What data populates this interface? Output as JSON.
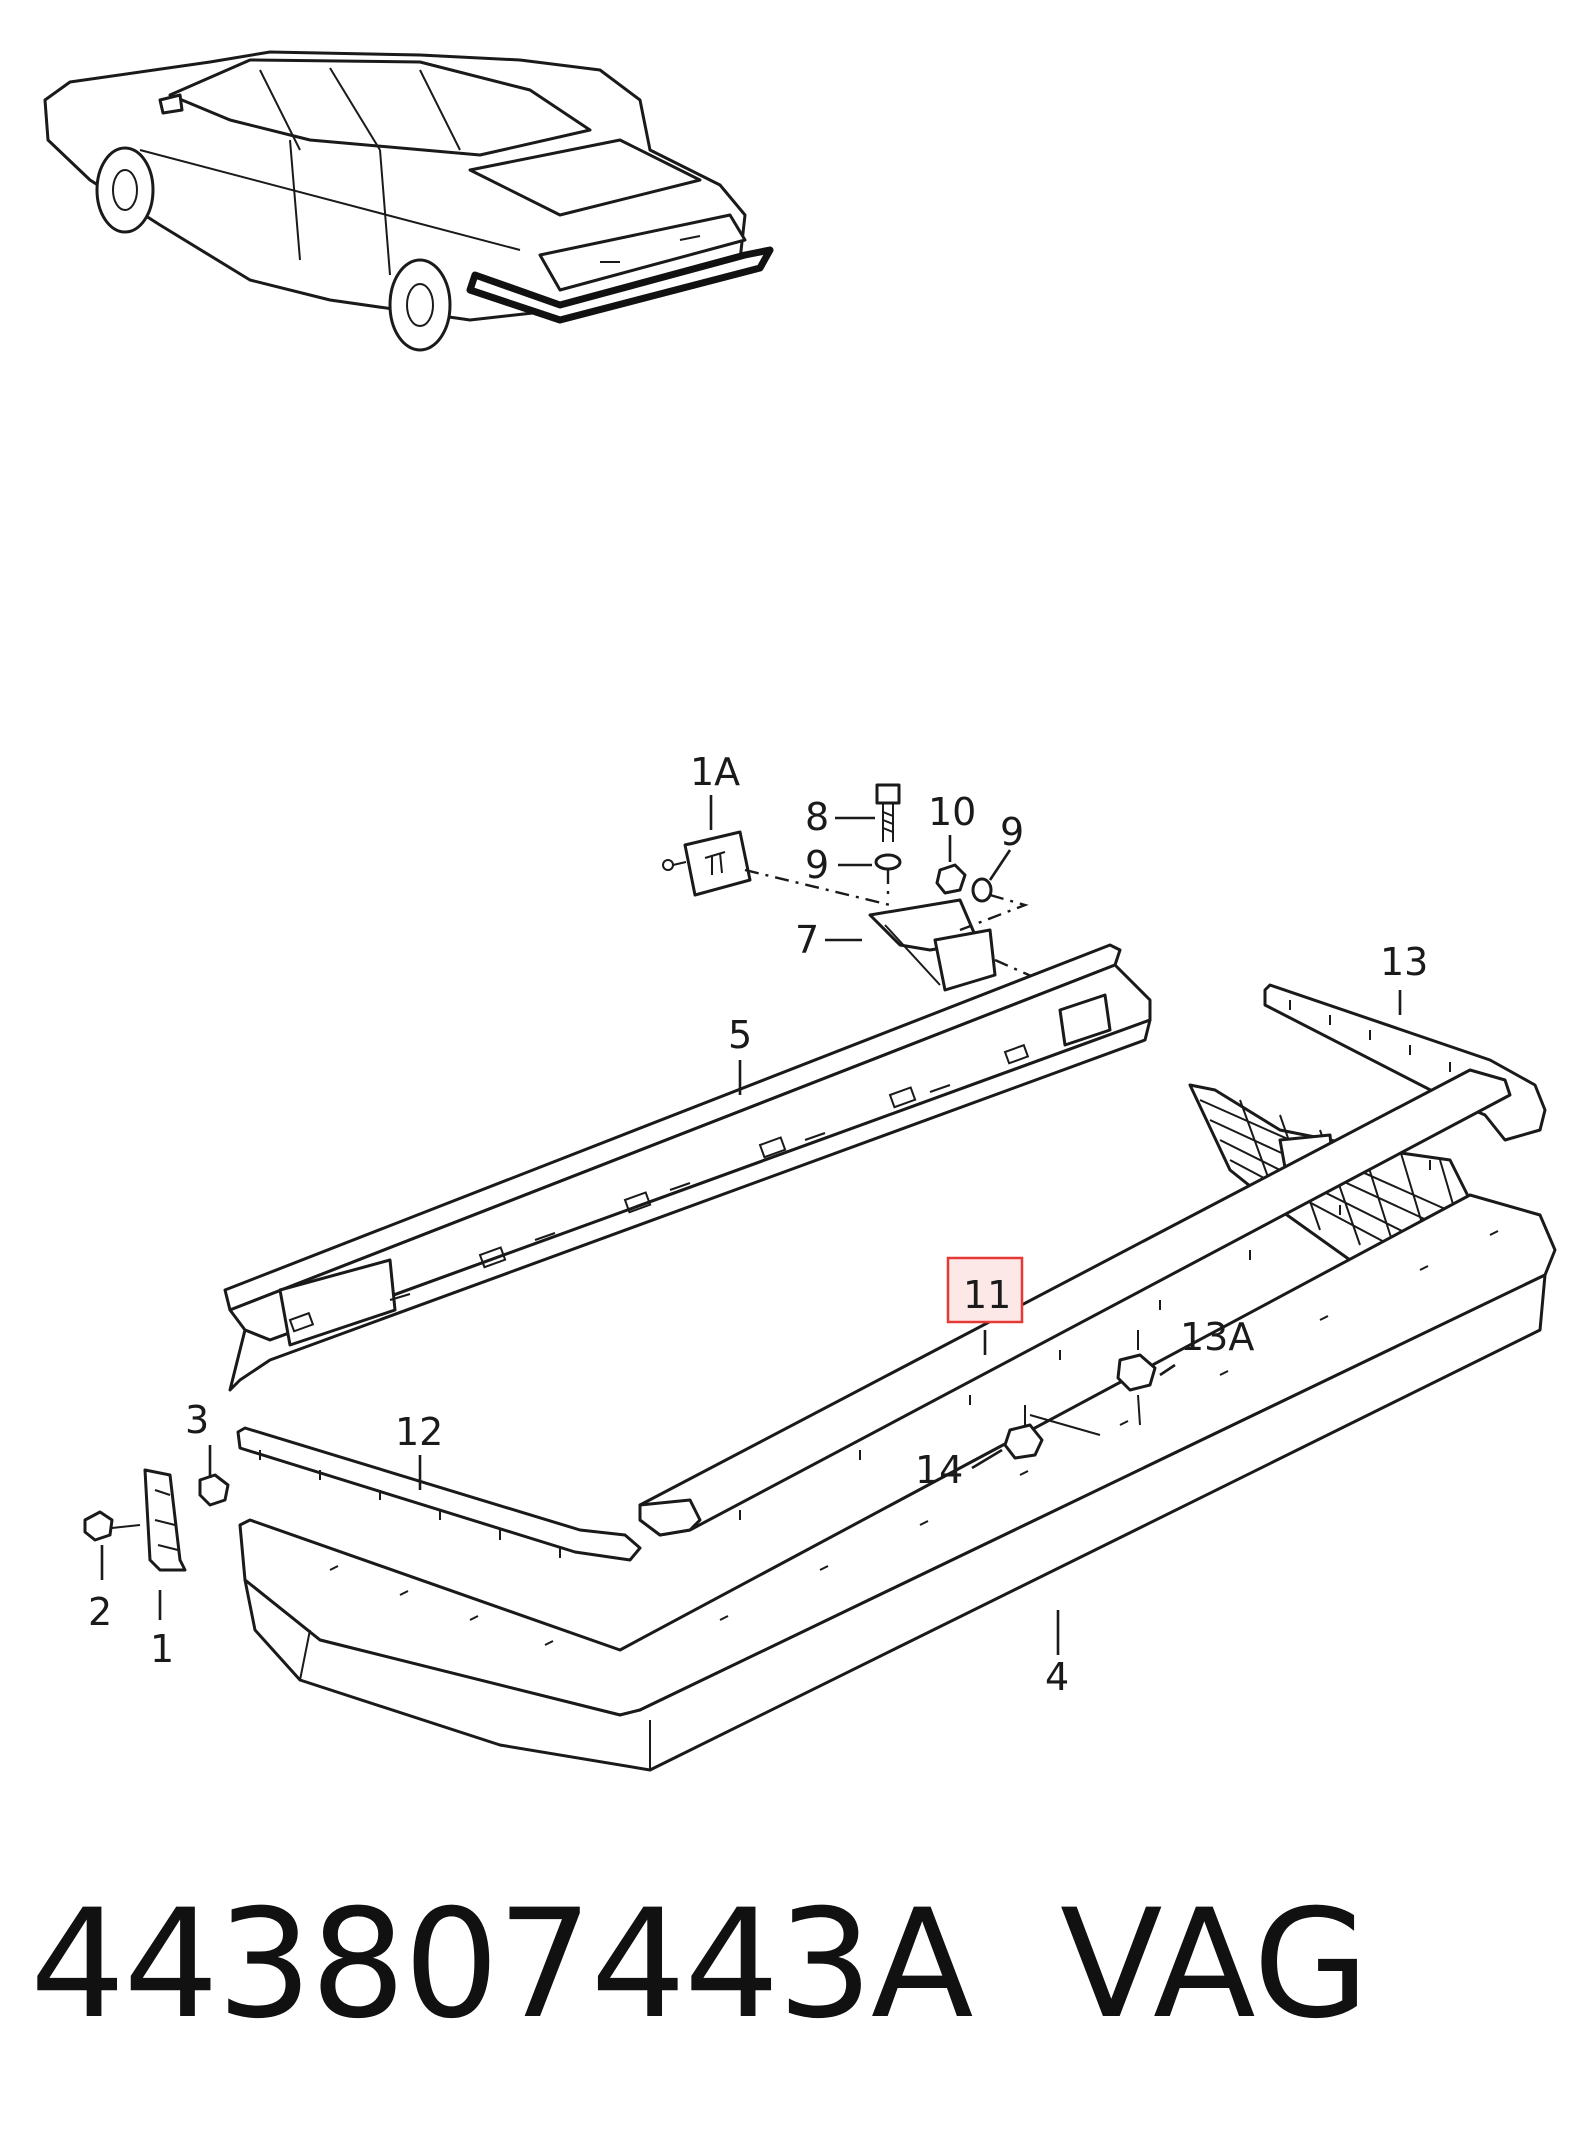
{
  "callouts": {
    "c1A": "1A",
    "c8": "8",
    "c10": "10",
    "c9a": "9",
    "c9b": "9",
    "c7": "7",
    "c5": "5",
    "c13": "13",
    "c11": "11",
    "c13A": "13A",
    "c3": "3",
    "c12": "12",
    "c14": "14",
    "c2": "2",
    "c1": "1",
    "c4": "4"
  },
  "highlight_color": "#e53935",
  "footer": {
    "part_number": "443807443A",
    "brand": "VAG"
  }
}
